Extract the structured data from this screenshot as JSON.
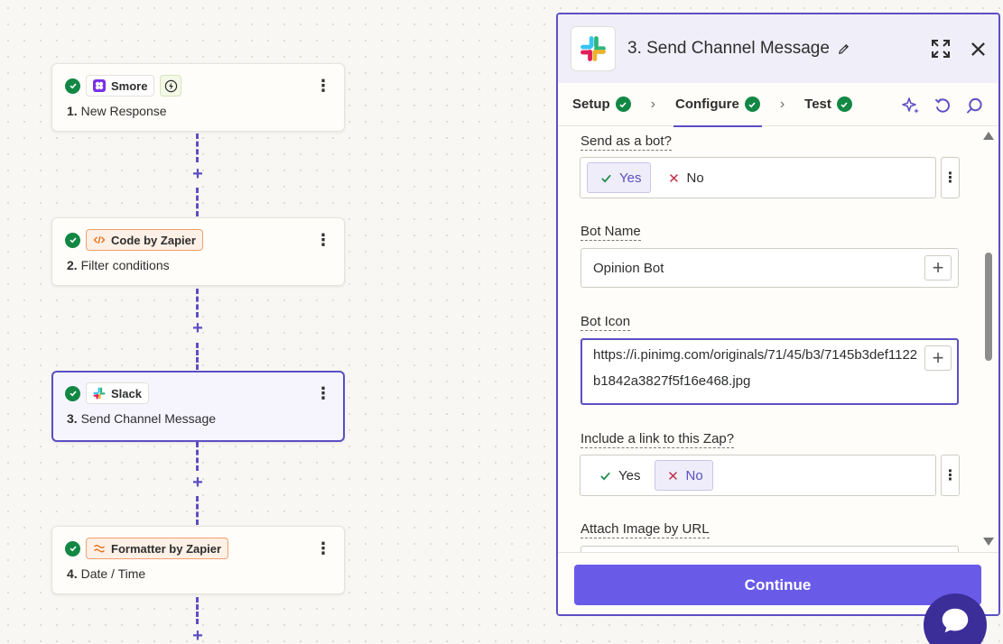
{
  "workflow": {
    "steps": [
      {
        "app": "Smore",
        "title_num": "1.",
        "title": "New Response"
      },
      {
        "app": "Code by Zapier",
        "title_num": "2.",
        "title": "Filter conditions"
      },
      {
        "app": "Slack",
        "title_num": "3.",
        "title": "Send Channel Message"
      },
      {
        "app": "Formatter by Zapier",
        "title_num": "4.",
        "title": "Date / Time"
      }
    ],
    "add_symbol": "+",
    "menu_symbol": "⋮"
  },
  "panel": {
    "title": "3. Send Channel Message",
    "tabs": [
      {
        "label": "Setup"
      },
      {
        "label": "Configure"
      },
      {
        "label": "Test"
      }
    ],
    "fields": {
      "send_as_bot": {
        "label": "Send as a bot?",
        "yes": "Yes",
        "no": "No",
        "selected": "Yes"
      },
      "bot_name": {
        "label": "Bot Name",
        "value": "Opinion Bot"
      },
      "bot_icon": {
        "label": "Bot Icon",
        "value": "https://i.pinimg.com/originals/71/45/b3/7145b3def1122b1842a3827f5f16e468.jpg"
      },
      "include_link": {
        "label": "Include a link to this Zap?",
        "yes": "Yes",
        "no": "No",
        "selected": "No"
      },
      "attach_image": {
        "label": "Attach Image by URL"
      }
    },
    "continue_label": "Continue"
  },
  "colors": {
    "accent": "#5b4fc4",
    "button": "#695be8",
    "success": "#138744",
    "chat": "#3b2e99"
  },
  "icons": [
    "check-circle-icon",
    "smore-icon",
    "bolt-icon",
    "code-icon",
    "slack-icon",
    "formatter-icon",
    "kebab-icon",
    "pencil-icon",
    "expand-icon",
    "close-icon",
    "sparkle-icon",
    "refresh-icon",
    "search-icon",
    "plus-icon",
    "chat-icon"
  ]
}
